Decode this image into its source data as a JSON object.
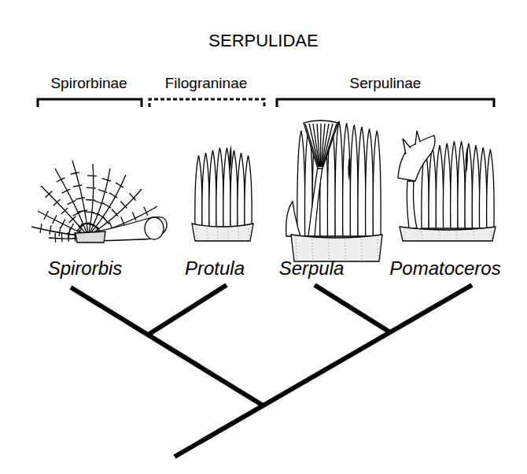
{
  "diagram": {
    "title": "SERPULIDAE",
    "labels": [
      "Spirorbinae",
      "Filograninae",
      "Serpulinae",
      "Spirorbis",
      "Protula",
      "Serpula",
      "Pomatoceros"
    ]
  }
}
